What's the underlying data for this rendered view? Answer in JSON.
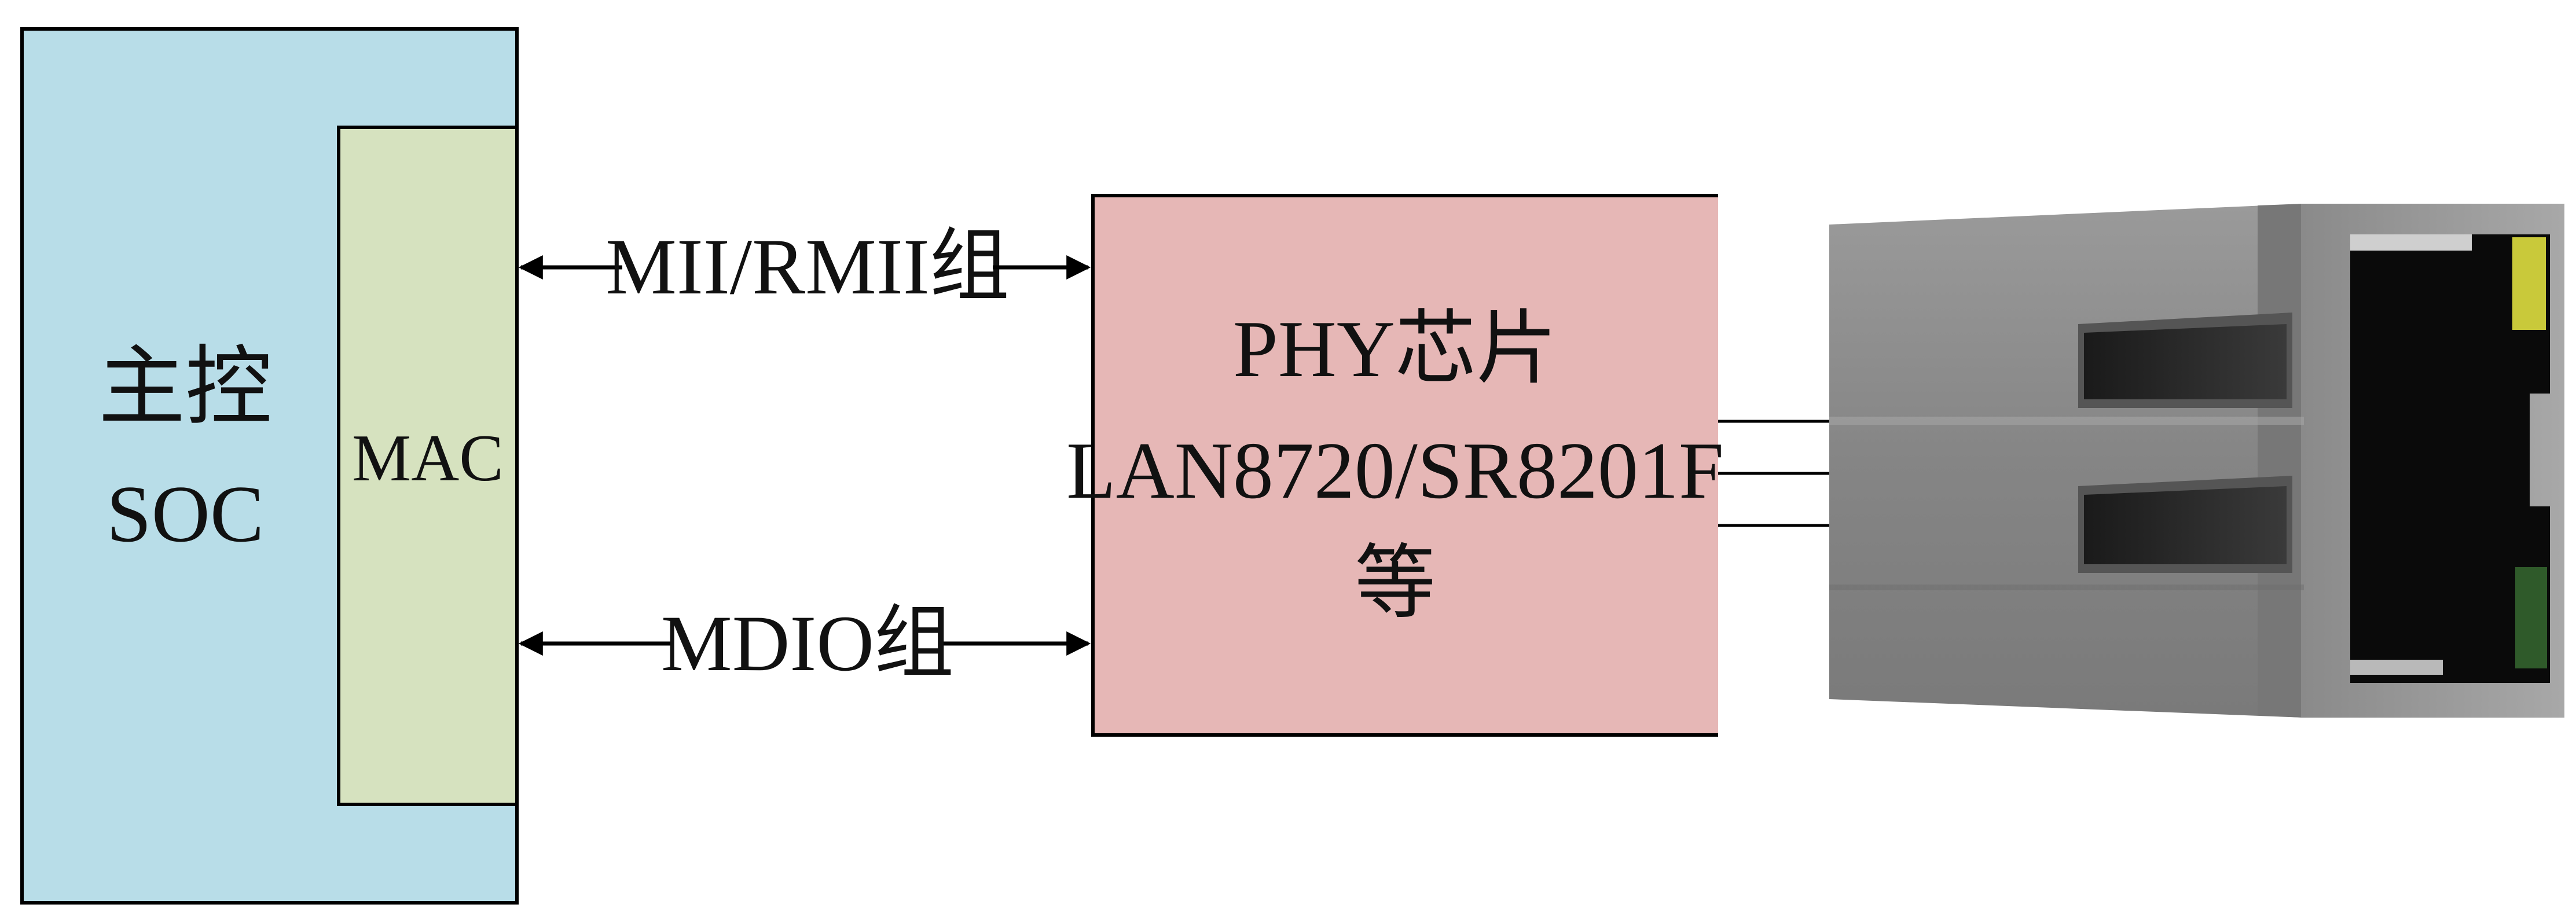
{
  "soc": {
    "label_line1": "主控",
    "label_line2": "SOC",
    "fill": "#b8dde8"
  },
  "mac": {
    "label": "MAC",
    "fill": "#d6e2bf"
  },
  "phy": {
    "label_line1": "PHY芯片",
    "label_line2": "LAN8720/SR8201F",
    "label_line3": "等",
    "fill": "#e6b7b6"
  },
  "links": {
    "mii_label": "MII/RMII组",
    "mdio_label": "MDIO组"
  },
  "connector": {
    "icon": "rj45-ethernet-jack-icon",
    "body_color": "#8f8f8f",
    "port_color": "#0a0a0a",
    "led_top_color": "#c9c93a",
    "led_bottom_color": "#2f5a2a"
  }
}
